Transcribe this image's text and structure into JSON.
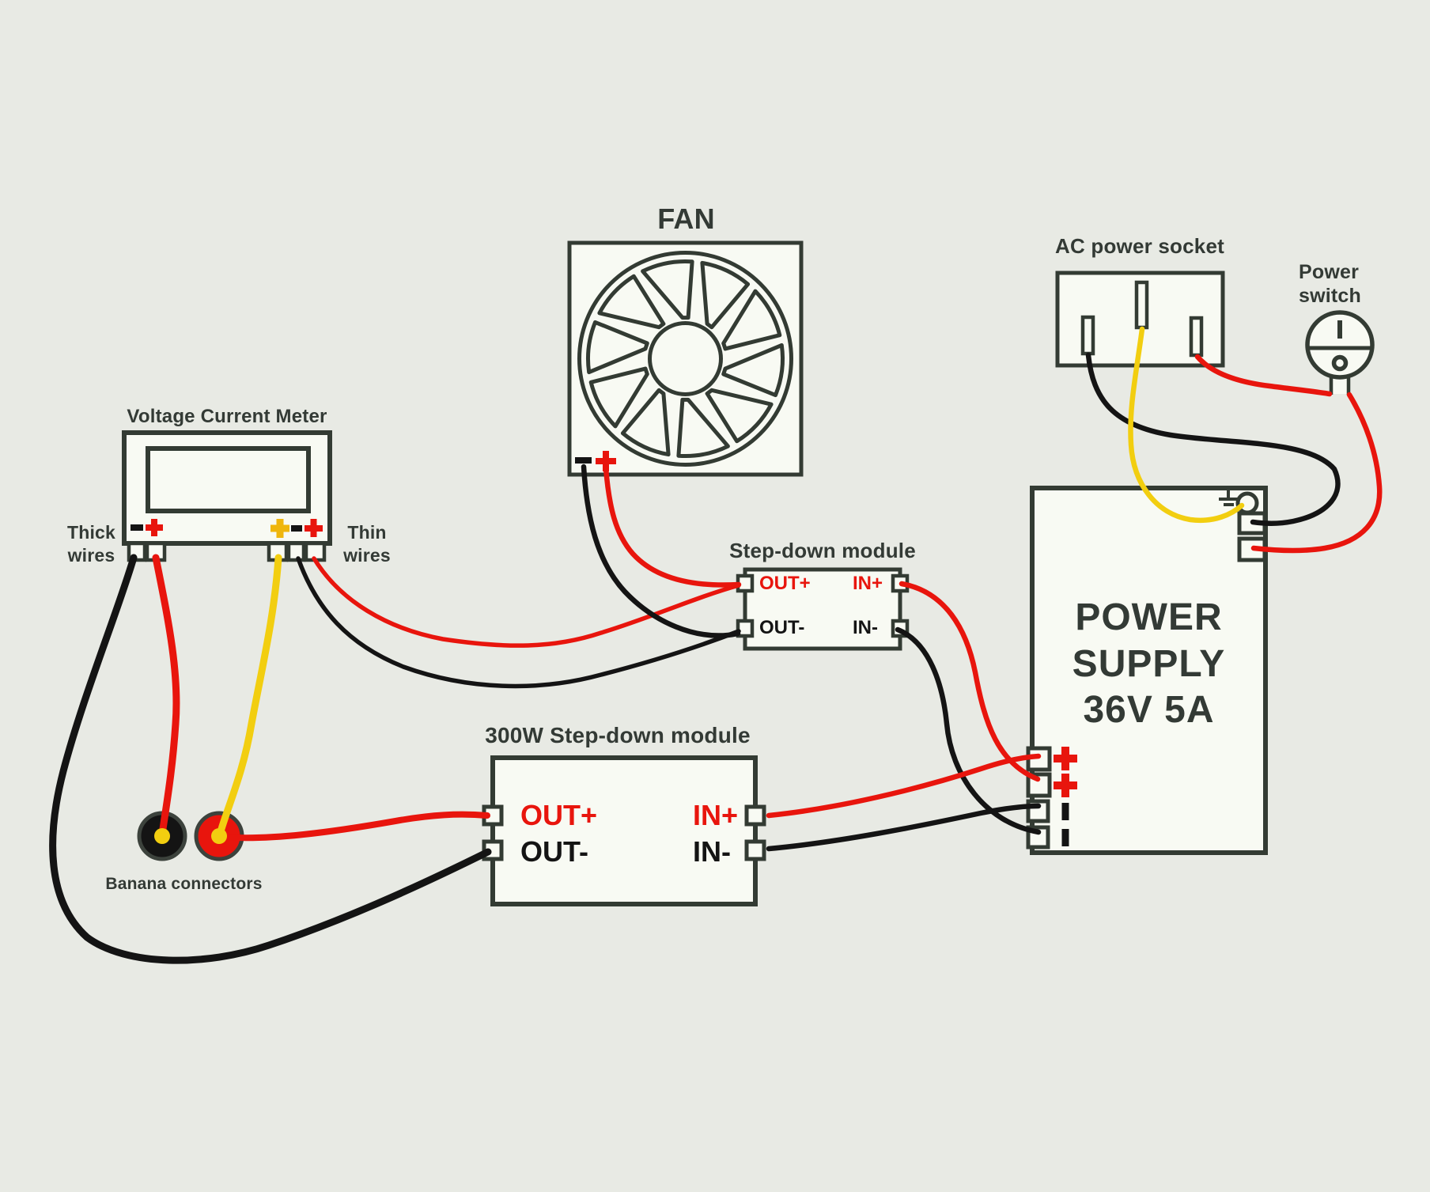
{
  "colors": {
    "background": "#e8eae4",
    "component_fill": "#f8faf3",
    "outline": "#333b33",
    "wire_positive": "#e8150d",
    "wire_negative": "#141414",
    "wire_yellow": "#f2ce10",
    "meter_amber_plus": "#efb60d",
    "text": "#333a35"
  },
  "components": {
    "fan": {
      "label": "FAN",
      "terminals": {
        "minus": "−",
        "plus": "+"
      }
    },
    "meter": {
      "label": "Voltage Current Meter",
      "thick_note": "Thick wires",
      "thin_note": "Thin wires",
      "left_terminals": [
        "−",
        "+"
      ],
      "right_terminals": [
        "+",
        "−",
        "+"
      ]
    },
    "ac_socket": {
      "label": "AC power socket",
      "pin_count": 3
    },
    "power_switch": {
      "label": "Power switch",
      "on_mark": "|",
      "off_mark": "o"
    },
    "stepdown_small": {
      "label": "Step-down module",
      "pins": {
        "out_plus": "OUT+",
        "out_minus": "OUT-",
        "in_plus": "IN+",
        "in_minus": "IN-"
      }
    },
    "stepdown_large": {
      "label": "300W Step-down module",
      "pins": {
        "out_plus": "OUT+",
        "out_minus": "OUT-",
        "in_plus": "IN+",
        "in_minus": "IN-"
      }
    },
    "power_supply": {
      "title_lines": [
        "POWER",
        "SUPPLY",
        "36V 5A"
      ],
      "dc_terminals": [
        "+",
        "+",
        "−",
        "−"
      ],
      "has_ground_terminal": true
    },
    "banana": {
      "label": "Banana connectors",
      "connectors": [
        "black",
        "red"
      ]
    }
  },
  "wires": [
    {
      "from": "meter thick −",
      "to": "300W module OUT-",
      "color": "black",
      "gauge": "thick"
    },
    {
      "from": "meter thick +",
      "to": "black banana connector",
      "color": "red",
      "gauge": "thick"
    },
    {
      "from": "meter amber +",
      "to": "red banana connector",
      "color": "yellow",
      "gauge": "thick"
    },
    {
      "from": "red banana connector",
      "to": "300W module OUT+",
      "color": "red",
      "gauge": "thick"
    },
    {
      "from": "meter thin −",
      "to": "step-down module OUT-",
      "color": "black",
      "gauge": "thin"
    },
    {
      "from": "meter thin +",
      "to": "step-down module OUT+",
      "color": "red",
      "gauge": "thin"
    },
    {
      "from": "fan −",
      "to": "step-down module OUT-",
      "color": "black"
    },
    {
      "from": "fan +",
      "to": "step-down module OUT+",
      "color": "red"
    },
    {
      "from": "step-down module IN+",
      "to": "power supply + (2)",
      "color": "red"
    },
    {
      "from": "step-down module IN-",
      "to": "power supply − (4)",
      "color": "black"
    },
    {
      "from": "300W module IN+",
      "to": "power supply + (1)",
      "color": "red"
    },
    {
      "from": "300W module IN-",
      "to": "power supply − (3)",
      "color": "black"
    },
    {
      "from": "AC socket left pin",
      "to": "power supply AC terminal 1",
      "color": "black"
    },
    {
      "from": "AC socket center pin",
      "to": "power supply ground",
      "color": "yellow"
    },
    {
      "from": "AC socket right pin",
      "to": "power switch",
      "color": "red"
    },
    {
      "from": "power switch",
      "to": "power supply AC terminal 2",
      "color": "red"
    }
  ]
}
